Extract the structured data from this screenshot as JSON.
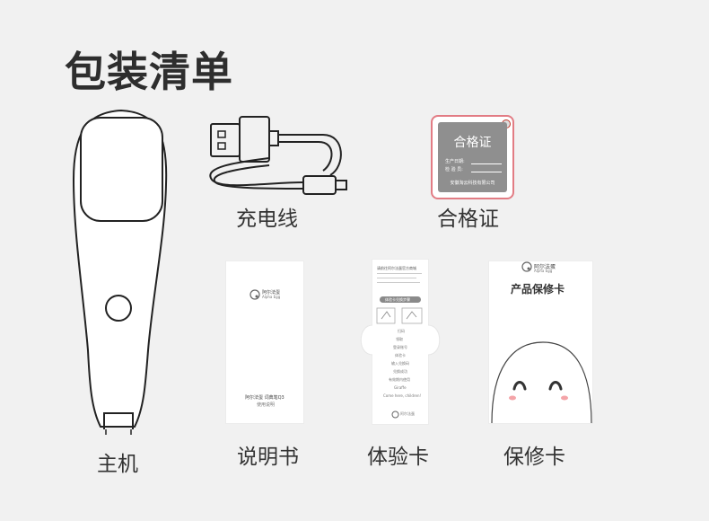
{
  "title": "包装清单",
  "items": {
    "host": "主机",
    "cable": "充电线",
    "certificate": "合格证",
    "manual": "说明书",
    "trial_card": "体验卡",
    "warranty_card": "保修卡"
  },
  "certificate_card": {
    "title": "合格证",
    "production_date": "生产日期:",
    "inspector": "检 验 员:",
    "company": "安徽淘云科技有限公司"
  },
  "manual_card": {
    "brand": "阿尔法蛋",
    "brand_en": "Alpha Egg",
    "product": "阿尔法蛋 词典笔Q3",
    "subtitle": "使用说明"
  },
  "trial_card": {
    "header": "请前往阿尔法蛋官方商城",
    "button": "体验卡兑换步骤",
    "lines": [
      "扫码",
      "领取",
      "登录账号",
      "体验卡",
      "输入兑换码",
      "兑换成功",
      "有效期内使用",
      "Giraffe",
      "Come here, children!"
    ],
    "brand": "阿尔法蛋"
  },
  "warranty_card": {
    "brand": "阿尔法蛋",
    "brand_en": "Alpha Egg",
    "title": "产品保修卡"
  },
  "colors": {
    "background": "#f1f1f1",
    "certificate_border": "#e27c84",
    "certificate_fill": "#8f8f8f",
    "mascot_blush": "#f4a4a8"
  }
}
